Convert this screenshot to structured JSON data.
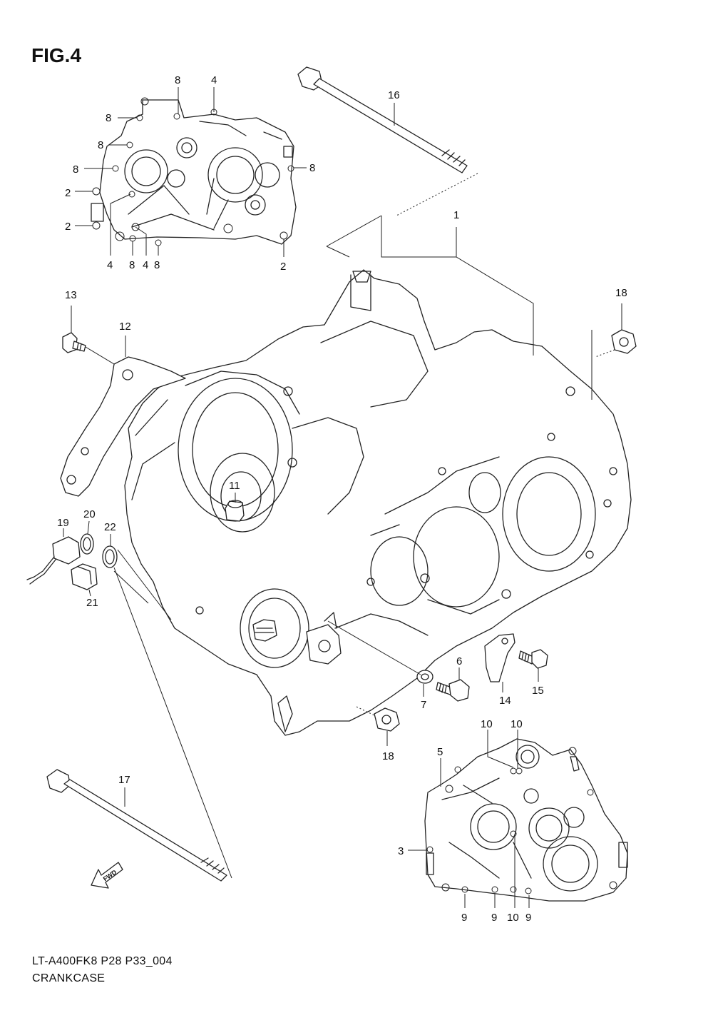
{
  "figure": {
    "title": "FIG.4"
  },
  "footer": {
    "code": "LT-A400FK8 P28 P33_004",
    "name": "CRANKCASE"
  },
  "fwd_arrow_label": "FWD",
  "callouts": [
    {
      "id": "c1",
      "text": "1"
    },
    {
      "id": "c2a",
      "text": "2"
    },
    {
      "id": "c2b",
      "text": "2"
    },
    {
      "id": "c2c",
      "text": "2"
    },
    {
      "id": "c3",
      "text": "3"
    },
    {
      "id": "c4a",
      "text": "4"
    },
    {
      "id": "c4b",
      "text": "4"
    },
    {
      "id": "c4c",
      "text": "4"
    },
    {
      "id": "c5",
      "text": "5"
    },
    {
      "id": "c6",
      "text": "6"
    },
    {
      "id": "c7",
      "text": "7"
    },
    {
      "id": "c8a",
      "text": "8"
    },
    {
      "id": "c8b",
      "text": "8"
    },
    {
      "id": "c8c",
      "text": "8"
    },
    {
      "id": "c8d",
      "text": "8"
    },
    {
      "id": "c8e",
      "text": "8"
    },
    {
      "id": "c8f",
      "text": "8"
    },
    {
      "id": "c8g",
      "text": "8"
    },
    {
      "id": "c9a",
      "text": "9"
    },
    {
      "id": "c9b",
      "text": "9"
    },
    {
      "id": "c9c",
      "text": "9"
    },
    {
      "id": "c10a",
      "text": "10"
    },
    {
      "id": "c10b",
      "text": "10"
    },
    {
      "id": "c10c",
      "text": "10"
    },
    {
      "id": "c11",
      "text": "11"
    },
    {
      "id": "c12",
      "text": "12"
    },
    {
      "id": "c13",
      "text": "13"
    },
    {
      "id": "c14",
      "text": "14"
    },
    {
      "id": "c15",
      "text": "15"
    },
    {
      "id": "c16",
      "text": "16"
    },
    {
      "id": "c17",
      "text": "17"
    },
    {
      "id": "c18a",
      "text": "18"
    },
    {
      "id": "c18b",
      "text": "18"
    },
    {
      "id": "c19",
      "text": "19"
    },
    {
      "id": "c20",
      "text": "20"
    },
    {
      "id": "c21",
      "text": "21"
    },
    {
      "id": "c22",
      "text": "22"
    }
  ]
}
